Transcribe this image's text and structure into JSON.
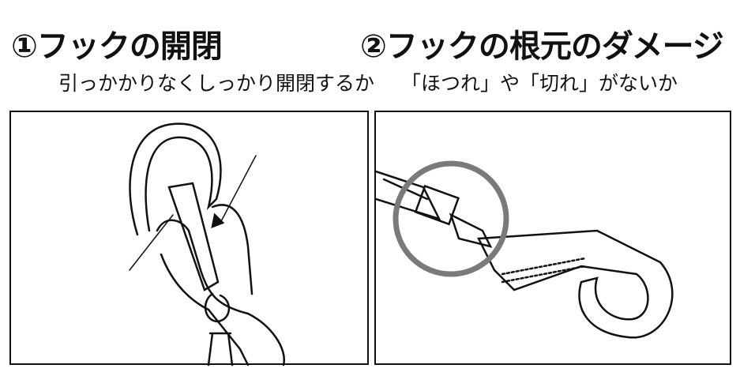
{
  "section1": {
    "title": "①フックの開閉",
    "subtitle": "引っかかりなくしっかり開閉するか"
  },
  "section2": {
    "title": "②フックの根元のダメージ",
    "subtitle": "「ほつれ」や「切れ」がないか"
  },
  "colors": {
    "circle_highlight": "#7a7a7a",
    "line": "#111111"
  }
}
